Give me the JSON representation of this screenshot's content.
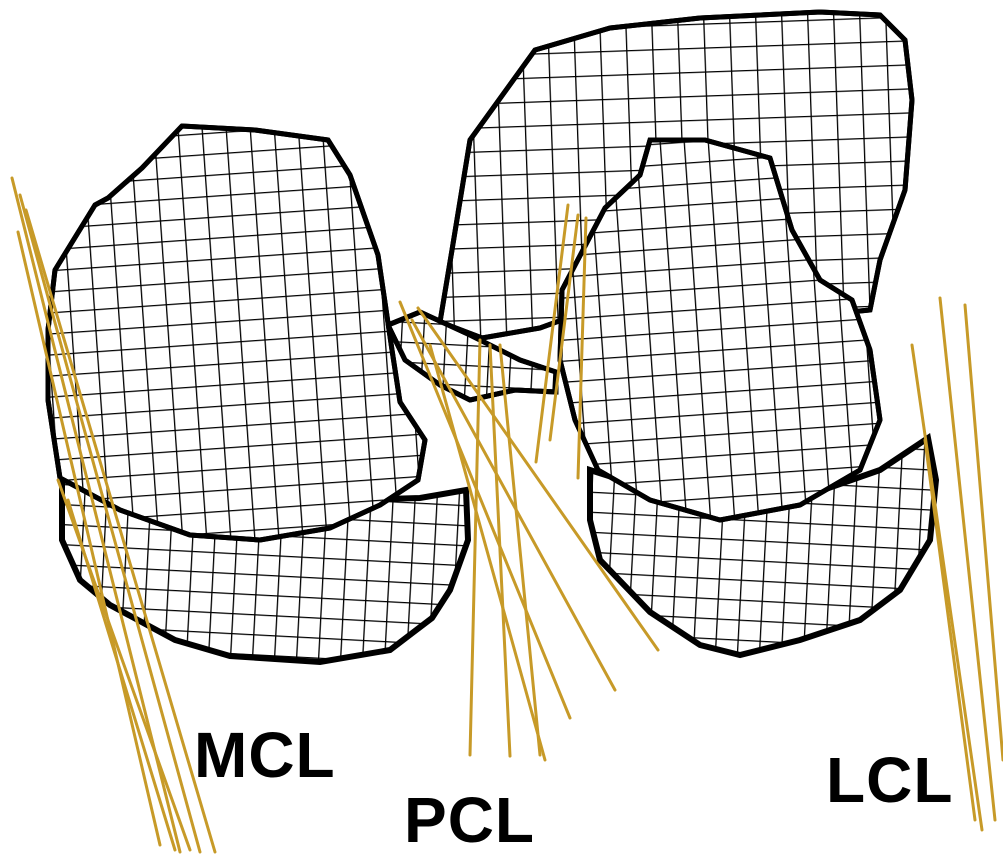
{
  "labels": {
    "mcl": "MCL",
    "pcl": "PCL",
    "lcl": "LCL"
  },
  "colors": {
    "ligament": "#c79a28",
    "mesh": "#000000",
    "background": "#ffffff"
  }
}
